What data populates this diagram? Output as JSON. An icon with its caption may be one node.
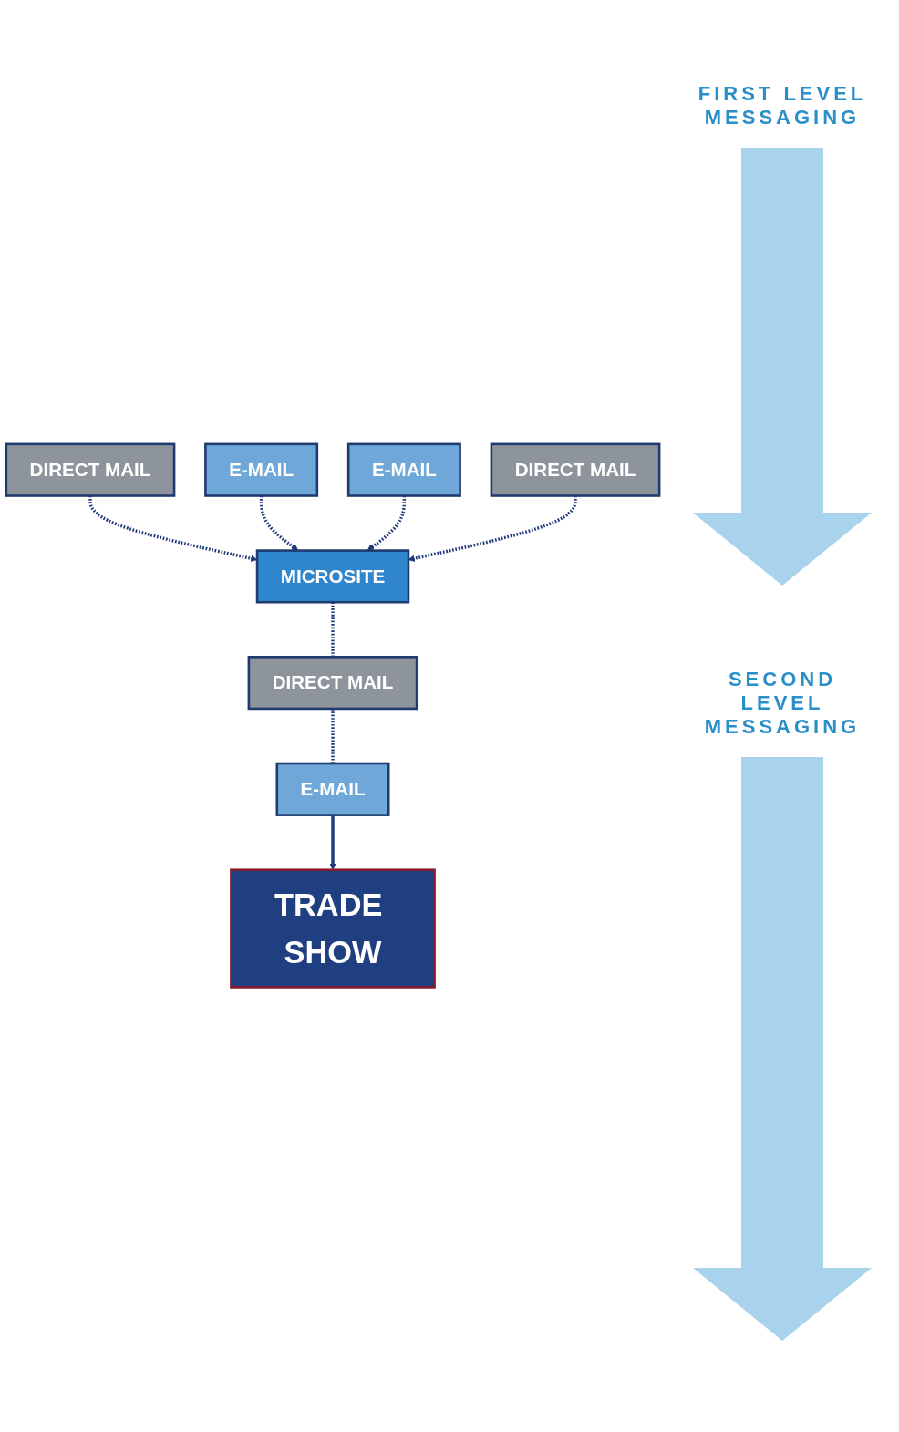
{
  "diagram": {
    "nodes": [
      {
        "text": [
          "DIRECT MAIL"
        ]
      },
      {
        "text": [
          "E-MAIL"
        ]
      },
      {
        "text": [
          "E-MAIL"
        ]
      },
      {
        "text": [
          "DIRECT MAIL"
        ]
      },
      {
        "text": [
          "MICROSITE"
        ]
      },
      {
        "text": [
          "DIRECT MAIL"
        ]
      },
      {
        "text": [
          "E-MAIL"
        ]
      },
      {
        "text": [
          "TRADE SHOW"
        ]
      }
    ],
    "edges": [
      {
        "from": 0,
        "to": 4,
        "arrow": "to",
        "style": "dashed"
      },
      {
        "from": 1,
        "to": 4,
        "arrow": "to",
        "style": "dashed"
      },
      {
        "from": 2,
        "to": 4,
        "arrow": "to",
        "style": "dashed"
      },
      {
        "from": 3,
        "to": 4,
        "arrow": "to",
        "style": "dashed"
      },
      {
        "from": 4,
        "to": 5,
        "arrow": "none",
        "style": "dashed"
      },
      {
        "from": 5,
        "to": 6,
        "arrow": "none",
        "style": "dashed"
      },
      {
        "from": 6,
        "to": 7,
        "arrow": "to"
      }
    ],
    "labels": [
      "FIRST LEVEL MESSAGING",
      "SECOND LEVEL MESSAGING"
    ]
  }
}
